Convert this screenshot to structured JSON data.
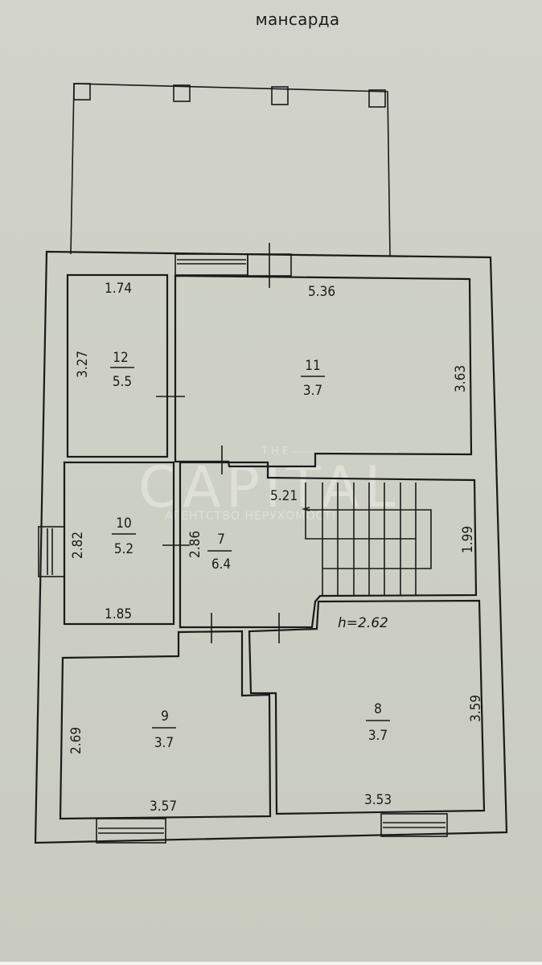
{
  "title": "мансарда",
  "ceiling_height": "h=2.62",
  "watermark": {
    "top": "THE",
    "main": "CAPITAL",
    "sub": "АГЕНТСТВО НЕРУХОМОСТІ"
  },
  "rooms": [
    {
      "id": "7",
      "number": "7",
      "area": "6.4",
      "dims": [
        "2.86",
        "5.21"
      ]
    },
    {
      "id": "8",
      "number": "8",
      "area": "3.7",
      "dims": [
        "3.59",
        "3.53"
      ]
    },
    {
      "id": "9",
      "number": "9",
      "area": "3.7",
      "dims": [
        "2.69",
        "3.57"
      ]
    },
    {
      "id": "10",
      "number": "10",
      "area": "5.2",
      "dims": [
        "2.82",
        "1.85"
      ]
    },
    {
      "id": "11",
      "number": "11",
      "area": "3.7",
      "dims": [
        "5.36",
        "3.63"
      ]
    },
    {
      "id": "12",
      "number": "12",
      "area": "5.5",
      "dims": [
        "1.74",
        "3.27"
      ]
    }
  ],
  "stair": {
    "dimension": "1.99"
  },
  "colors": {
    "paper": "#cfd0c6",
    "ink": "#1a1a1a"
  }
}
